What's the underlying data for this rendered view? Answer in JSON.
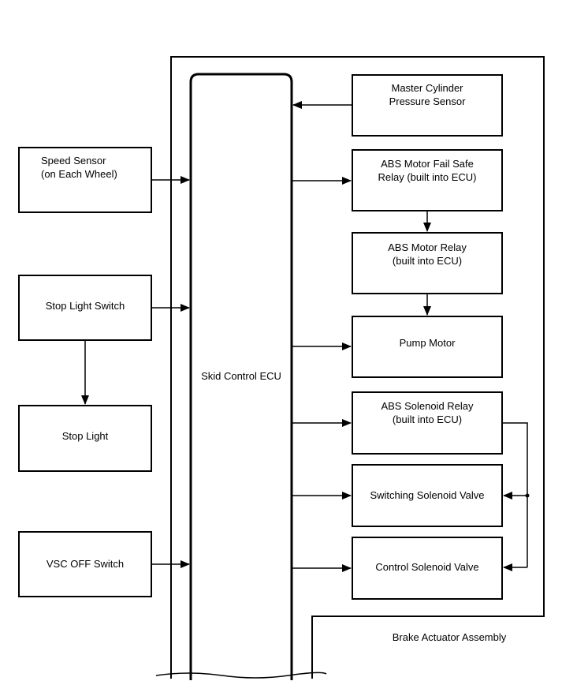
{
  "diagram": {
    "ecu_label": "Skid Control ECU",
    "assembly_label": "Brake Actuator Assembly",
    "left_boxes": [
      {
        "id": "speed-sensor",
        "label": "Speed Sensor\n(on Each Wheel)"
      },
      {
        "id": "stop-light-switch",
        "label": "Stop Light Switch"
      },
      {
        "id": "stop-light",
        "label": "Stop Light"
      },
      {
        "id": "vsc-off-switch",
        "label": "VSC OFF Switch"
      }
    ],
    "right_boxes": [
      {
        "id": "master-cylinder-pressure-sensor",
        "label": "Master Cylinder\nPressure Sensor"
      },
      {
        "id": "abs-motor-fail-safe-relay",
        "label": "ABS Motor Fail Safe\nRelay (built into ECU)"
      },
      {
        "id": "abs-motor-relay",
        "label": "ABS Motor Relay\n(built into ECU)"
      },
      {
        "id": "pump-motor",
        "label": "Pump Motor"
      },
      {
        "id": "abs-solenoid-relay",
        "label": "ABS Solenoid Relay\n(built into ECU)"
      },
      {
        "id": "switching-solenoid-valve",
        "label": "Switching Solenoid Valve"
      },
      {
        "id": "control-solenoid-valve",
        "label": "Control Solenoid Valve"
      }
    ]
  }
}
